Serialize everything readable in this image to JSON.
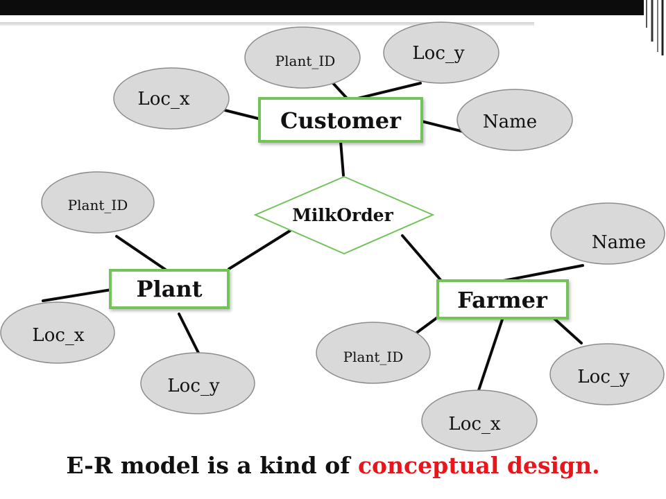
{
  "colors": {
    "entity_border": "#72c35a",
    "attribute_fill": "#d9d9d9",
    "attribute_stroke": "#8c8c8c",
    "line": "#0a0a0a",
    "accent": "#e8161b"
  },
  "relationship": {
    "label": "MilkOrder"
  },
  "entities": {
    "customer": {
      "label": "Customer",
      "attributes": {
        "plant_id": "Plant_ID",
        "loc_x": "Loc_x",
        "loc_y": "Loc_y",
        "name": "Name"
      }
    },
    "plant": {
      "label": "Plant",
      "attributes": {
        "plant_id": "Plant_ID",
        "loc_x": "Loc_x",
        "loc_y": "Loc_y"
      }
    },
    "farmer": {
      "label": "Farmer",
      "attributes": {
        "name": "Name",
        "plant_id": "Plant_ID",
        "loc_x": "Loc_x",
        "loc_y": "Loc_y"
      }
    }
  },
  "caption": {
    "prefix": "E-R model is a  kind of ",
    "highlight": "conceptual design."
  }
}
